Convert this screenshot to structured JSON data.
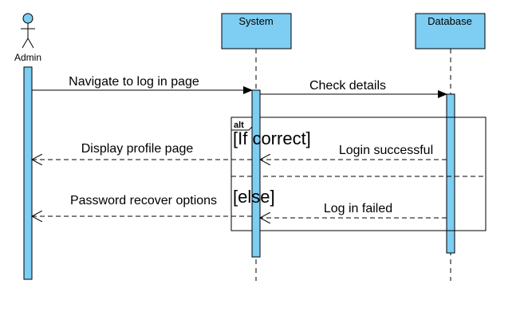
{
  "participants": {
    "admin": "Admin",
    "system": "System",
    "database": "Database"
  },
  "messages": {
    "navigate": "Navigate to log in page",
    "check": "Check details",
    "display_profile": "Display profile page",
    "login_success": "Login successful",
    "password_recover": "Password recover options",
    "login_failed": "Log in failed"
  },
  "fragment": {
    "operator": "alt",
    "guard_1": "[If correct]",
    "guard_2": "[else]"
  },
  "colors": {
    "lifeline_fill": "#7ecdf2",
    "stroke": "#000000",
    "background": "#ffffff"
  }
}
